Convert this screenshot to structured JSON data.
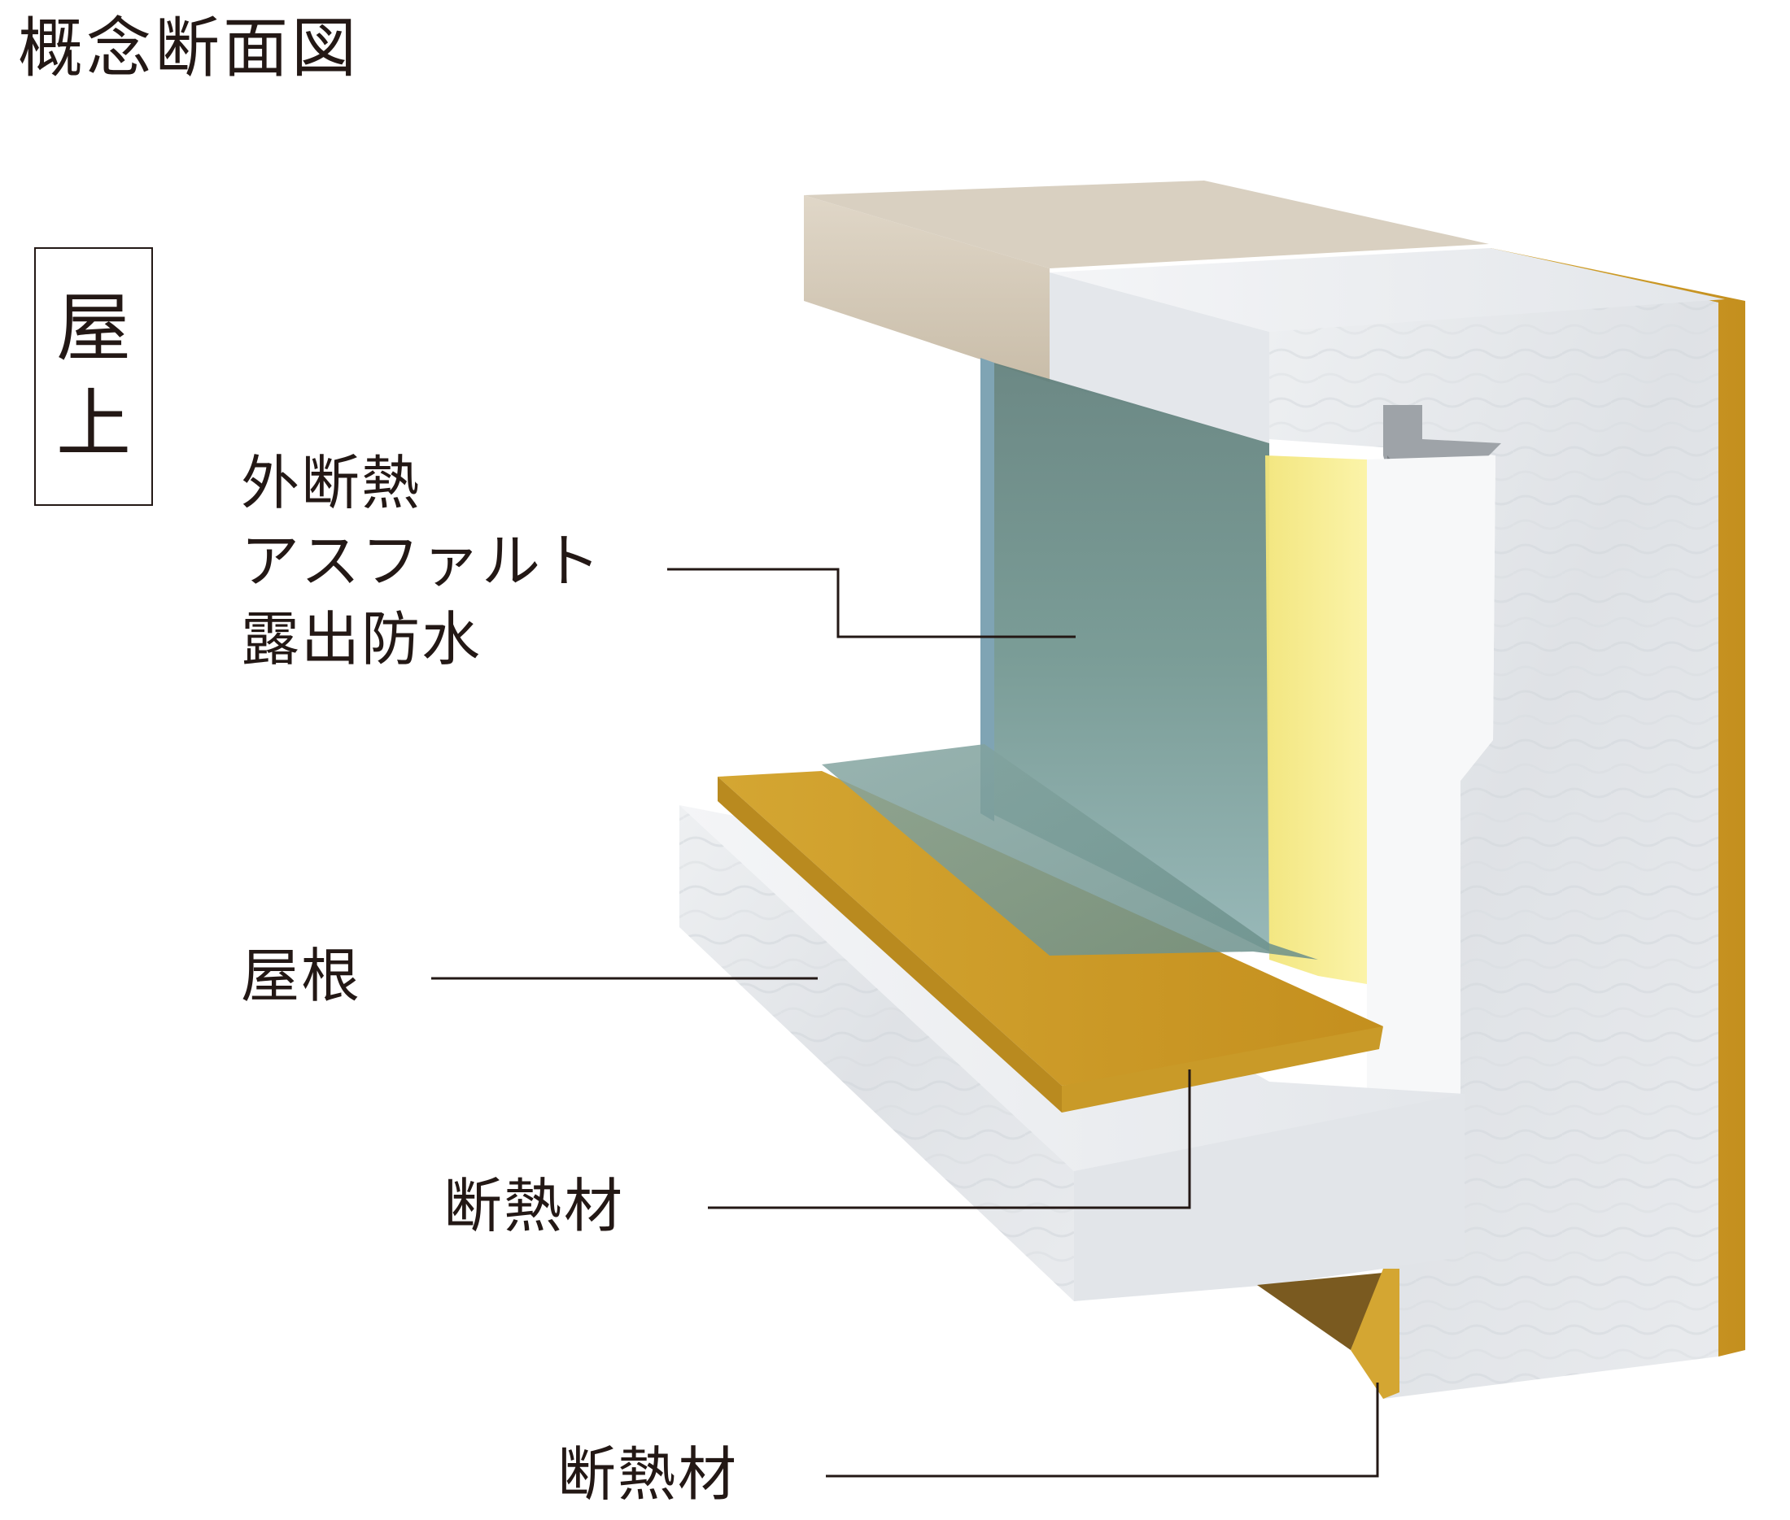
{
  "title": "概念断面図",
  "section": {
    "line1": "屋",
    "line2": "上"
  },
  "labels": {
    "waterproof": {
      "line1": "外断熱",
      "line2": "アスファルト",
      "line3": "露出防水"
    },
    "roof": "屋根",
    "insulation_upper": "断熱材",
    "insulation_lower": "断熱材"
  },
  "colors": {
    "concrete": "#e6e9ed",
    "insulation": "#cf9f2b",
    "coping": "#ddd3c3",
    "membrane": "#6f978f",
    "highlight": "#f6ec8a",
    "leader": "#231815"
  }
}
